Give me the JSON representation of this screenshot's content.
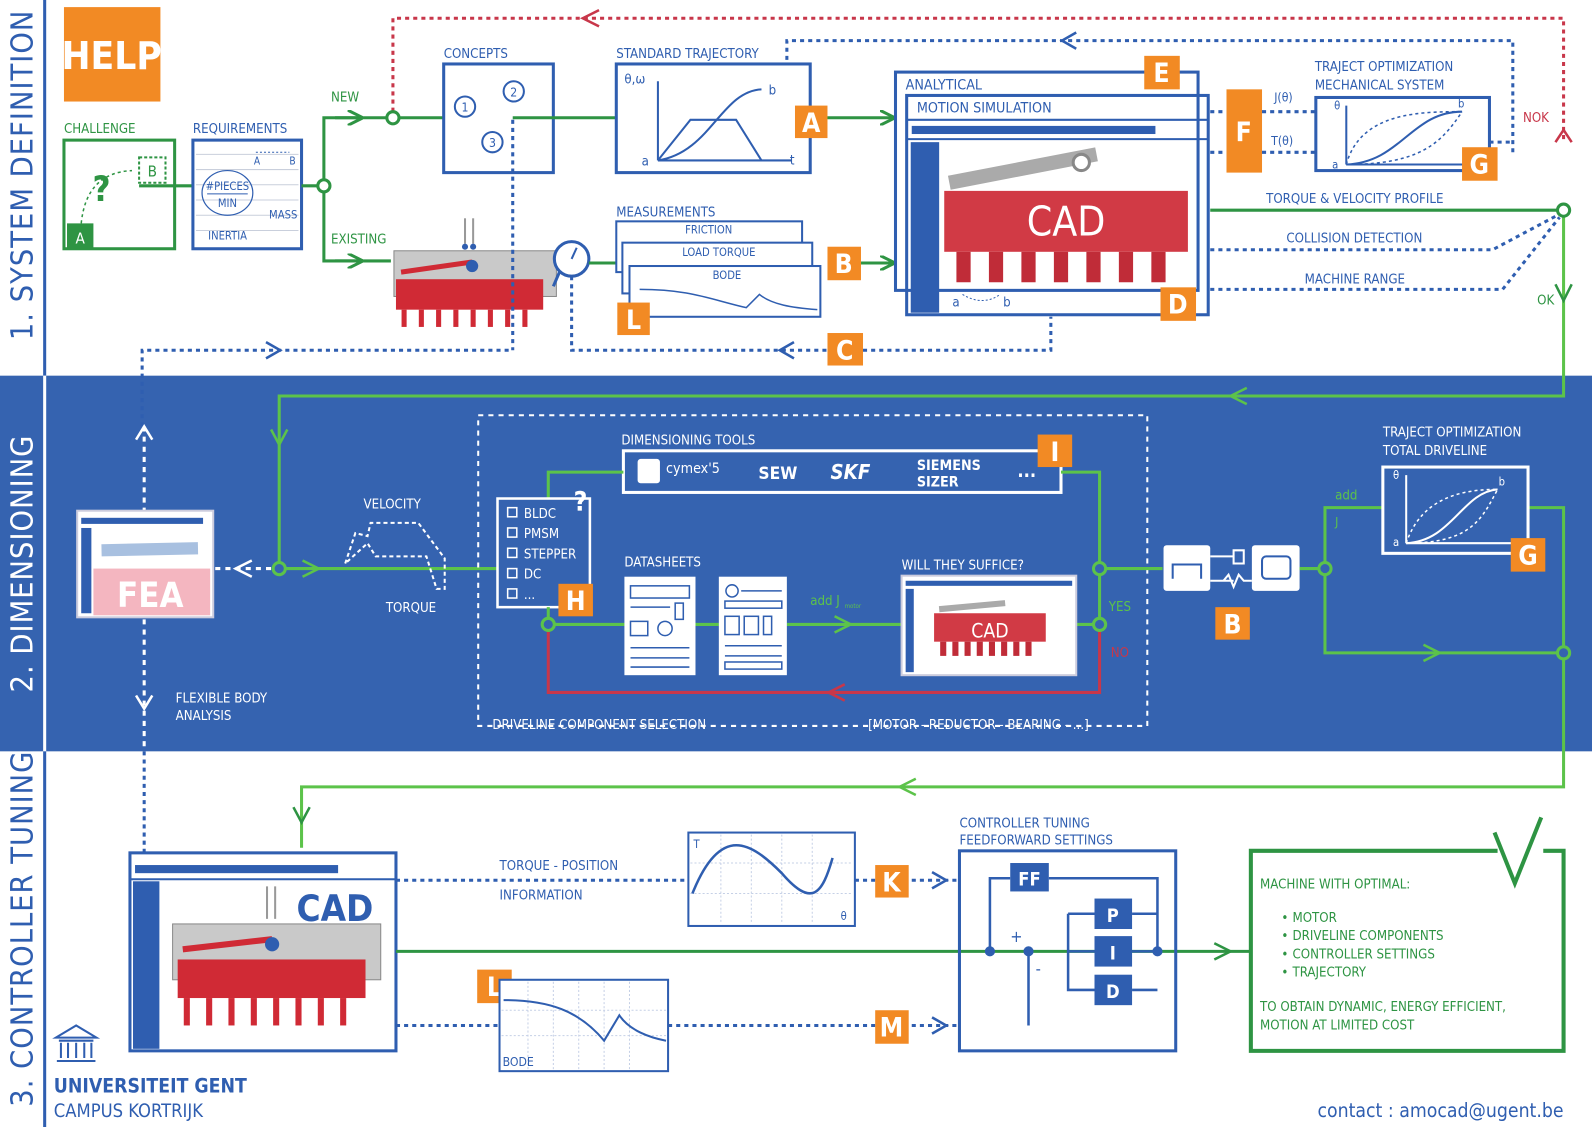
{
  "colors": {
    "green": "#2e9443",
    "blue": "#2f5eb0",
    "band": "#3563b0",
    "orange": "#f28a24",
    "red": "#c8374a"
  },
  "sections": [
    "1. SYSTEM DEFINITION",
    "2. DIMENSIONING",
    "3. CONTROLLER TUNING"
  ],
  "help": "HELP",
  "top": {
    "challenge": "CHALLENGE",
    "challenge_a": "A",
    "challenge_b": "B",
    "challenge_q": "?",
    "requirements": "REQUIREMENTS",
    "req_pieces": "#PIECES",
    "req_min": "MIN",
    "req_mass": "MASS",
    "req_inertia": "INERTIA",
    "req_a": "A",
    "req_b": "B",
    "new": "NEW",
    "existing": "EXISTING",
    "concepts": "CONCEPTS",
    "bulbs": [
      "1",
      "2",
      "3"
    ],
    "standard_trajectory": "STANDARD TRAJECTORY",
    "traj_axis_y": "θ,ω",
    "traj_axis_x": "t",
    "traj_a": "a",
    "traj_b": "b",
    "measurements": "MEASUREMENTS",
    "friction": "FRICTION",
    "load_torque": "LOAD TORQUE",
    "bode": "BODE",
    "analytical": "ANALYTICAL",
    "motion_simulation": "MOTION SIMULATION",
    "cad": "CAD",
    "cad_a": "a",
    "cad_b": "b",
    "j_theta": "J(θ)",
    "t_theta": "T(θ)",
    "traject_opt_1": "TRAJECT OPTIMIZATION",
    "traject_opt_2": "MECHANICAL SYSTEM",
    "opt_theta": "θ",
    "opt_a": "a",
    "opt_b": "b",
    "torque_velocity": "TORQUE & VELOCITY PROFILE",
    "collision": "COLLISION DETECTION",
    "machine_range": "MACHINE RANGE",
    "nok": "NOK",
    "ok": "OK"
  },
  "badges": {
    "A": "A",
    "B": "B",
    "C": "C",
    "D": "D",
    "E": "E",
    "F": "F",
    "G": "G",
    "H": "H",
    "I": "I",
    "K": "K",
    "L": "L",
    "M": "M"
  },
  "middle": {
    "fea": "FEA",
    "velocity": "VELOCITY",
    "torque": "TORQUE",
    "dimensioning_tools": "DIMENSIONING TOOLS",
    "tools": [
      "cymex'5",
      "SEW",
      "SKF",
      "SIEMENS",
      "SIZER",
      "..."
    ],
    "motor_types": [
      "BLDC",
      "PMSM",
      "STEPPER",
      "DC",
      "..."
    ],
    "question": "?",
    "datasheets": "DATASHEETS",
    "add_j": "add J",
    "motor_sub": "motor",
    "will_suffice": "WILL THEY SUFFICE?",
    "cad": "CAD",
    "yes": "YES",
    "no": "NO",
    "traject_opt_1": "TRAJECT OPTIMIZATION",
    "traject_opt_2": "TOTAL DRIVELINE",
    "opt_theta": "θ",
    "opt_a": "a",
    "opt_b": "b",
    "add_right": "add",
    "j_right": "J",
    "flex_1": "FLEXIBLE BODY",
    "flex_2": "ANALYSIS",
    "driveline_selection": "DRIVELINE COMPONENT SELECTION",
    "driveline_items": "[MOTOR - REDUCTOR - BEARING - ...]"
  },
  "bottom": {
    "cad": "CAD",
    "torque_position_1": "TORQUE - POSITION",
    "torque_position_2": "INFORMATION",
    "graph_t": "T",
    "graph_theta": "θ",
    "bode": "BODE",
    "controller_1": "CONTROLLER TUNING",
    "controller_2": "FEEDFORWARD SETTINGS",
    "ff": "FF",
    "p": "P",
    "i": "I",
    "d": "D",
    "plus": "+",
    "minus": "-",
    "result_title": "MACHINE WITH OPTIMAL:",
    "result_items": [
      "MOTOR",
      "DRIVELINE COMPONENTS",
      "CONTROLLER SETTINGS",
      "TRAJECTORY"
    ],
    "result_footer_1": "TO OBTAIN DYNAMIC, ENERGY EFFICIENT,",
    "result_footer_2": "MOTION AT LIMITED COST",
    "university": "UNIVERSITEIT GENT",
    "campus": "CAMPUS KORTRIJK",
    "contact": "contact : amocad@ugent.be"
  }
}
